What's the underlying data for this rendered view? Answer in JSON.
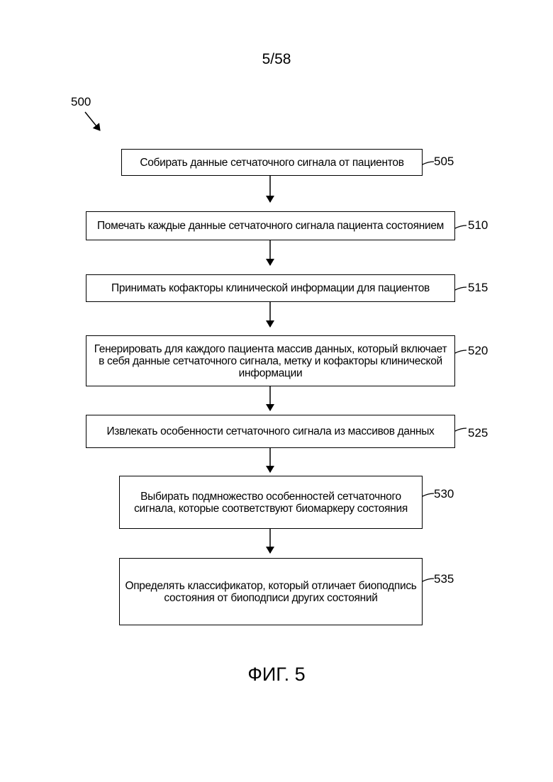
{
  "page_number": "5/58",
  "figure_ref": "500",
  "steps": [
    {
      "text": "Собирать данные сетчаточного сигнала от пациентов",
      "ref": "505"
    },
    {
      "text": "Помечать каждые данные сетчаточного сигнала пациента состоянием",
      "ref": "510"
    },
    {
      "text": "Принимать кофакторы клинической информации для пациентов",
      "ref": "515"
    },
    {
      "text": "Генерировать для каждого пациента массив данных, который включает в себя данные сетчаточного сигнала, метку и кофакторы клинической информации",
      "ref": "520"
    },
    {
      "text": "Извлекать особенности сетчаточного сигнала из массивов данных",
      "ref": "525"
    },
    {
      "text": "Выбирать подмножество особенностей сетчаточного сигнала, которые соответствуют биомаркеру состояния",
      "ref": "530"
    },
    {
      "text": "Определять классификатор, который отличает биоподпись состояния от биоподписи других состояний",
      "ref": "535"
    }
  ],
  "caption": "ФИГ. 5"
}
